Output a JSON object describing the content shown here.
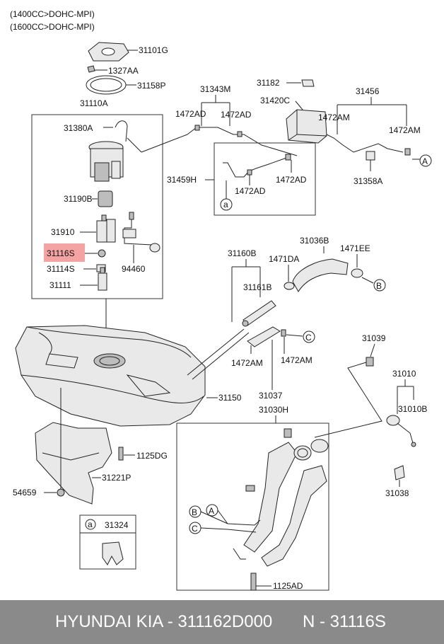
{
  "header": {
    "line1": "(1400CC>DOHC-MPI)",
    "line2": "(1600CC>DOHC-MPI)"
  },
  "highlight_color": "#f4a3a3",
  "labels": {
    "p31101G": "31101G",
    "p1327AA": "1327AA",
    "p31158P": "31158P",
    "p31110A": "31110A",
    "p31380A": "31380A",
    "p31190B": "31190B",
    "p31910": "31910",
    "p31116S": "31116S",
    "p31114S": "31114S",
    "p31111": "31111",
    "p94460": "94460",
    "p31343M": "31343M",
    "p1472AD_1": "1472AD",
    "p1472AD_2": "1472AD",
    "p31182": "31182",
    "p31420C": "31420C",
    "p31456": "31456",
    "p1472AM_1": "1472AM",
    "p1472AM_2": "1472AM",
    "p31459H": "31459H",
    "p1472AD_3": "1472AD",
    "p1472AD_4": "1472AD",
    "p31358A": "31358A",
    "p31160B": "31160B",
    "p31036B": "31036B",
    "p1471DA": "1471DA",
    "p1471EE": "1471EE",
    "p31161B": "31161B",
    "p31039": "31039",
    "p1472AM_3": "1472AM",
    "p1472AM_4": "1472AM",
    "p31037": "31037",
    "p31150": "31150",
    "p31010": "31010",
    "p31030H": "31030H",
    "p31010B": "31010B",
    "p1125DG": "1125DG",
    "p31221P": "31221P",
    "p54659": "54659",
    "p31038": "31038",
    "p31324": "31324",
    "p1125AD": "1125AD"
  },
  "callouts": {
    "a1": "a",
    "a2": "a",
    "A1": "A",
    "A2": "A",
    "B1": "B",
    "B2": "B",
    "C1": "C",
    "C2": "C"
  },
  "footer": {
    "brand": "HYUNDAI  KIA - 311162D000",
    "part": "N - 31116S"
  }
}
